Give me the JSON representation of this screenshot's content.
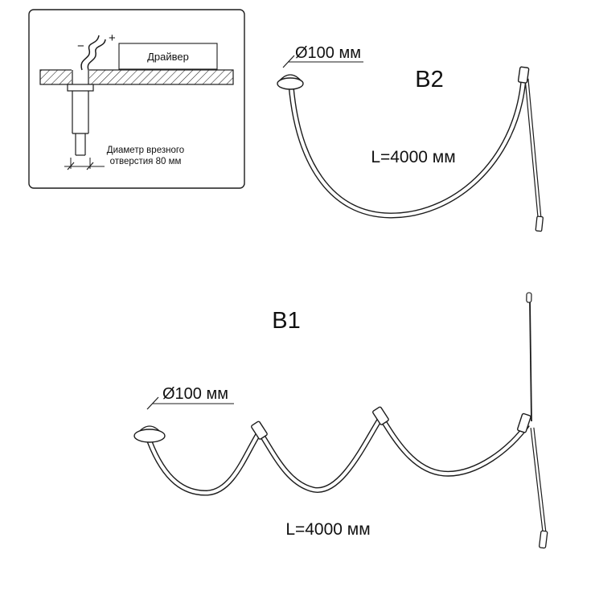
{
  "page": {
    "background": "#ffffff",
    "line_color": "#1c1c1c"
  },
  "inset": {
    "driver_label": "Драйвер",
    "plus_label": "+",
    "minus_label": "−",
    "note_line1": "Диаметр врезного",
    "note_line2": "отверстия 80 мм"
  },
  "b2": {
    "label": "B2",
    "diameter_label": "Ø100 мм",
    "length_label": "L=4000 мм"
  },
  "b1": {
    "label": "B1",
    "diameter_label": "Ø100 мм",
    "length_label": "L=4000 мм"
  }
}
